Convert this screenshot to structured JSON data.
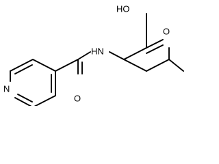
{
  "molecule": {
    "atoms": {
      "hydroxyl": "HO",
      "carbonyl_oxygen_acid": "O",
      "amide_nitrogen": "HN",
      "carbonyl_oxygen_amide": "O",
      "pyridine_nitrogen": "N"
    }
  }
}
